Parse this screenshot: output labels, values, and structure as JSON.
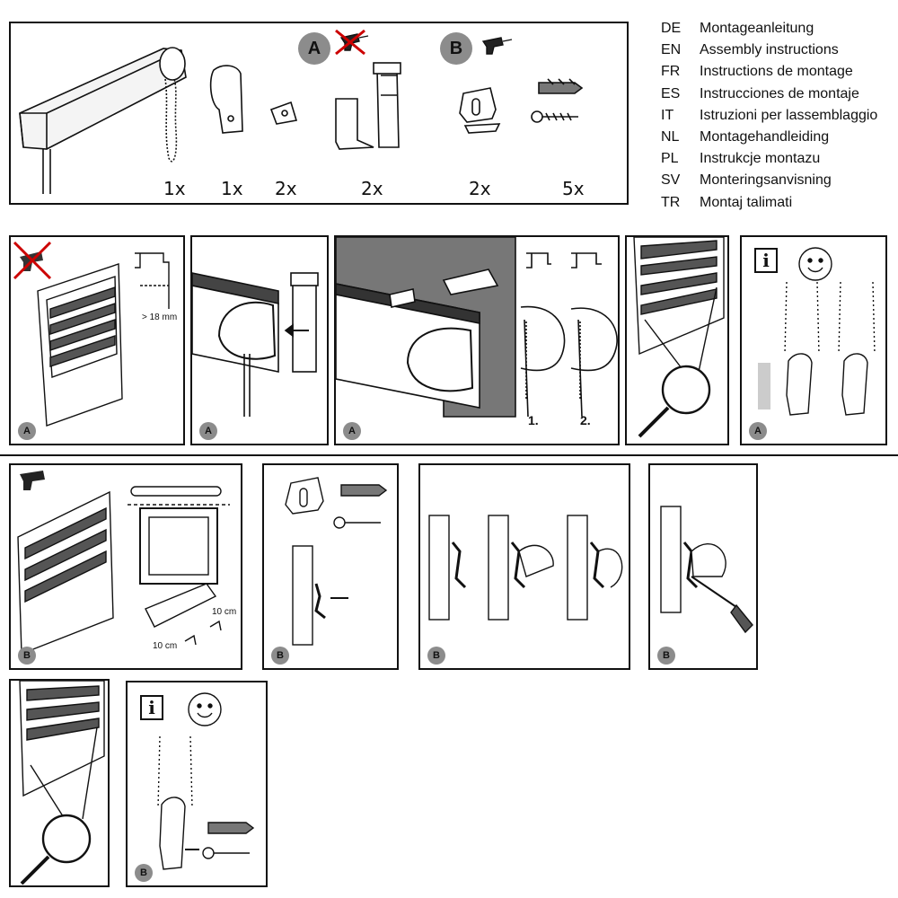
{
  "parts": {
    "quantities": [
      "1x",
      "1x",
      "2x",
      "2x",
      "2x",
      "5x"
    ],
    "methods": [
      {
        "badge": "A",
        "tool": "drill-crossed-icon"
      },
      {
        "badge": "B",
        "tool": "drill-icon"
      }
    ]
  },
  "languages": [
    {
      "code": "DE",
      "text": "Montageanleitung"
    },
    {
      "code": "EN",
      "text": "Assembly instructions"
    },
    {
      "code": "FR",
      "text": "Instructions de montage"
    },
    {
      "code": "ES",
      "text": "Instrucciones de montaje"
    },
    {
      "code": "IT",
      "text": "Istruzioni per lassemblaggio"
    },
    {
      "code": "NL",
      "text": "Montagehandleiding"
    },
    {
      "code": "PL",
      "text": "Instrukcje montazu"
    },
    {
      "code": "SV",
      "text": "Monteringsanvisning"
    },
    {
      "code": "TR",
      "text": "Montaj talimati"
    }
  ],
  "labels": {
    "min_depth": "> 18 mm",
    "distance_1": "10 cm",
    "distance_2": "10 cm",
    "step_1": "1.",
    "step_2": "2.",
    "badge_a": "A",
    "badge_b": "B",
    "info": "i"
  }
}
